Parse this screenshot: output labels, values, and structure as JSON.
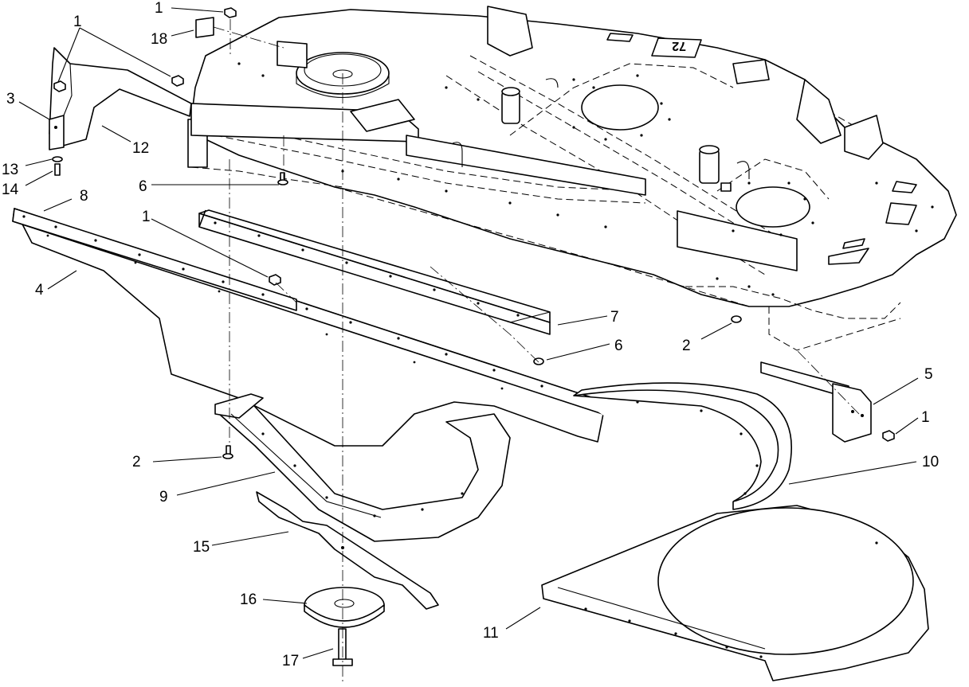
{
  "callouts": [
    {
      "id": "c1a",
      "text": "1"
    },
    {
      "id": "c18",
      "text": "18"
    },
    {
      "id": "c1b",
      "text": "1"
    },
    {
      "id": "c3",
      "text": "3"
    },
    {
      "id": "c12",
      "text": "12"
    },
    {
      "id": "c13",
      "text": "13"
    },
    {
      "id": "c14",
      "text": "14"
    },
    {
      "id": "c6a",
      "text": "6"
    },
    {
      "id": "c8",
      "text": "8"
    },
    {
      "id": "c1c",
      "text": "1"
    },
    {
      "id": "c4",
      "text": "4"
    },
    {
      "id": "c7",
      "text": "7"
    },
    {
      "id": "c6b",
      "text": "6"
    },
    {
      "id": "c2a",
      "text": "2"
    },
    {
      "id": "c5",
      "text": "5"
    },
    {
      "id": "c1d",
      "text": "1"
    },
    {
      "id": "c2b",
      "text": "2"
    },
    {
      "id": "c10",
      "text": "10"
    },
    {
      "id": "c9",
      "text": "9"
    },
    {
      "id": "c15",
      "text": "15"
    },
    {
      "id": "c16",
      "text": "16"
    },
    {
      "id": "c11",
      "text": "11"
    },
    {
      "id": "c17",
      "text": "17"
    }
  ],
  "deck_marking": "72"
}
